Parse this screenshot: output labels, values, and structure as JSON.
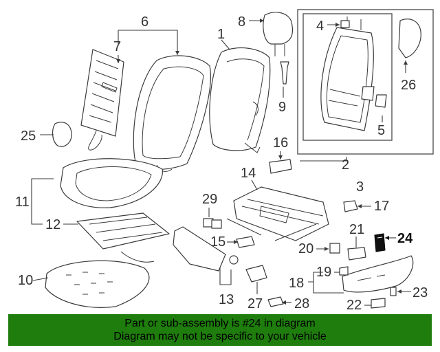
{
  "diagram": {
    "highlight_part": "24",
    "colors": {
      "banner_bg": "#1e7d0d",
      "line": "#3a3a3a",
      "highlight": "#111111"
    },
    "callouts": {
      "c1": "1",
      "c2": "2",
      "c3": "3",
      "c4": "4",
      "c5": "5",
      "c6": "6",
      "c7": "7",
      "c8": "8",
      "c9": "9",
      "c10": "10",
      "c11": "11",
      "c12": "12",
      "c13": "13",
      "c14": "14",
      "c15": "15",
      "c16": "16",
      "c17": "17",
      "c18": "18",
      "c19": "19",
      "c20": "20",
      "c21": "21",
      "c22": "22",
      "c23": "23",
      "c24": "24",
      "c25": "25",
      "c26": "26",
      "c27": "27",
      "c28": "28",
      "c29": "29"
    }
  },
  "banner": {
    "line1": "Part or sub-assembly is #24 in diagram",
    "line2": "Diagram may not be specific to your vehicle"
  }
}
